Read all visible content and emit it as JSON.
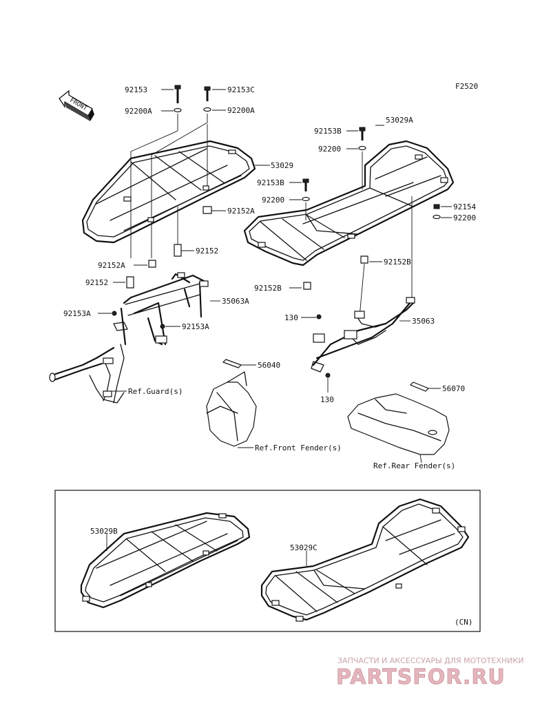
{
  "figure_code": "F2520",
  "front_arrow": {
    "label": "FRONT"
  },
  "parts": {
    "p92153": "92153",
    "p92153c": "92153C",
    "p92200a_l": "92200A",
    "p92200a_r": "92200A",
    "p53029": "53029",
    "p92152a_top": "92152A",
    "p92152_mid": "92152",
    "p92152a_low": "92152A",
    "p92152_low": "92152",
    "p35063a": "35063A",
    "p92153a_l": "92153A",
    "p92153a_r": "92153A",
    "p53029a": "53029A",
    "p92153b_top": "92153B",
    "p92200_top": "92200",
    "p92153b_mid": "92153B",
    "p92200_mid": "92200",
    "p92154": "92154",
    "p92200_right": "92200",
    "p92152b_right": "92152B",
    "p92152b_left": "92152B",
    "p130_top": "130",
    "p35063": "35063",
    "p130_bot": "130",
    "p56040": "56040",
    "p56070": "56070"
  },
  "refs": {
    "guard": "Ref.Guard(s)",
    "front_fender": "Ref.Front Fender(s)",
    "rear_fender": "Ref.Rear Fender(s)"
  },
  "variants": {
    "p53029b": "53029B",
    "p53029c": "53029C",
    "region": "(CN)"
  },
  "watermark": {
    "tagline": "ЗАПЧАСТИ И АКСЕССУАРЫ ДЛЯ МОТОТЕХНИКИ",
    "brand": "PARTSFOR.RU"
  }
}
